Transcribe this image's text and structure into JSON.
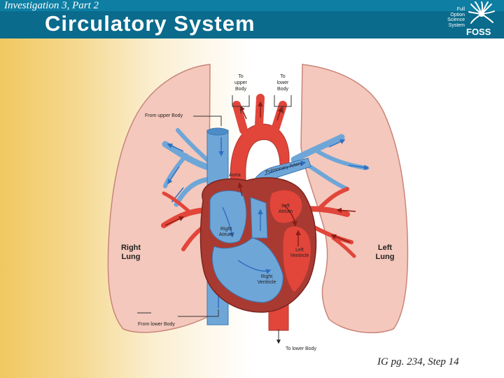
{
  "header": {
    "subtitle": "Investigation 3, Part 2",
    "title": "Circulatory System",
    "logo": {
      "words": [
        "Full",
        "Option",
        "Science",
        "System"
      ],
      "brand": "FOSS",
      "icon": "sunburst-icon"
    }
  },
  "diagram": {
    "labels": {
      "to_upper_body": [
        "To",
        "upper",
        "Body"
      ],
      "to_lower_body_top": [
        "To",
        "lower",
        "Body"
      ],
      "from_upper_body": "From upper Body",
      "from_lower_body": "From lower Body",
      "to_lower_body_bottom": "To lower Body",
      "aorta": "Aorta",
      "pulmonary_artery": "Pulmonary Artery",
      "right_atrium": [
        "Right",
        "Atrium"
      ],
      "left_atrium": [
        "Left",
        "Atrium"
      ],
      "right_ventricle": [
        "Right",
        "Ventricle"
      ],
      "left_ventricle": [
        "Left",
        "Ventricle"
      ],
      "right_lung": [
        "Right",
        "Lung"
      ],
      "left_lung": [
        "Left",
        "Lung"
      ]
    },
    "colors": {
      "lung": "#f4c8bc",
      "lung_outline": "#c9857a",
      "oxygenated": "#e2453a",
      "deoxygenated": "#6fa6d8",
      "heart_wall": "#a83a32",
      "arrow_blue": "#2f6fc0",
      "arrow_red": "#8c1c14"
    }
  },
  "footer": {
    "reference": "IG pg. 234, Step 14"
  }
}
